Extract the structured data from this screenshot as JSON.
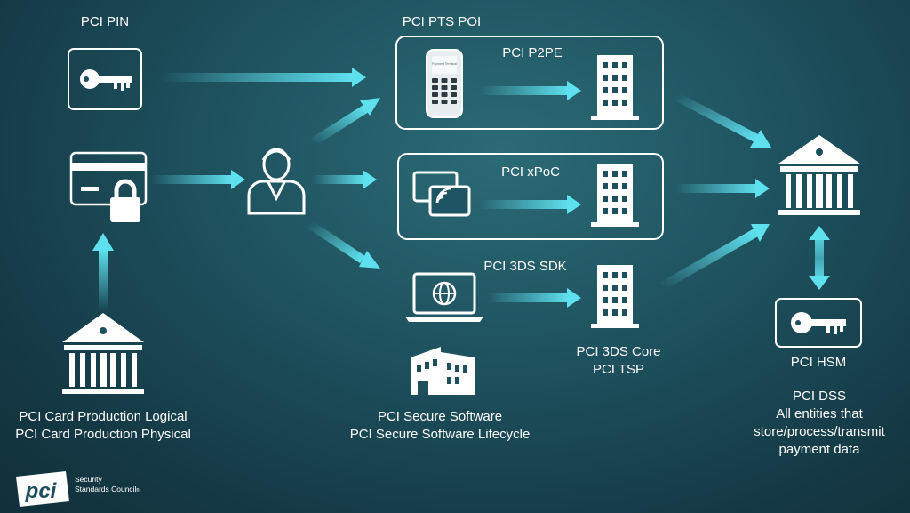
{
  "labels": {
    "pci_pin": "PCI PIN",
    "pci_pts_poi": "PCI PTS POI",
    "pci_p2pe": "PCI P2PE",
    "pci_xpoc": "PCI xPoC",
    "pci_3ds_sdk": "PCI 3DS SDK",
    "card_production": [
      "PCI Card Production Logical",
      "PCI Card Production Physical"
    ],
    "secure_software": [
      "PCI Secure Software",
      "PCI Secure Software Lifecycle"
    ],
    "three_ds_core": [
      "PCI 3DS Core",
      "PCI TSP"
    ],
    "pci_hsm": "PCI HSM",
    "pci_dss": [
      "PCI DSS",
      "All entities that",
      "store/process/transmit",
      "payment data"
    ],
    "terminal_text": "Payment Terminal"
  },
  "logo": {
    "mark": "pci",
    "line1": "Security",
    "line2": "Standards Council",
    "registered": "®"
  },
  "colors": {
    "arrow": "#5ee0ee",
    "box_stroke": "#ffffff",
    "icon": "#ffffff"
  },
  "icons": [
    "key-icon",
    "card-lock-icon",
    "bank-icon",
    "user-icon",
    "payment-terminal-icon",
    "office-building-icon",
    "tap-to-pay-icon",
    "laptop-globe-icon",
    "software-factory-icon"
  ]
}
